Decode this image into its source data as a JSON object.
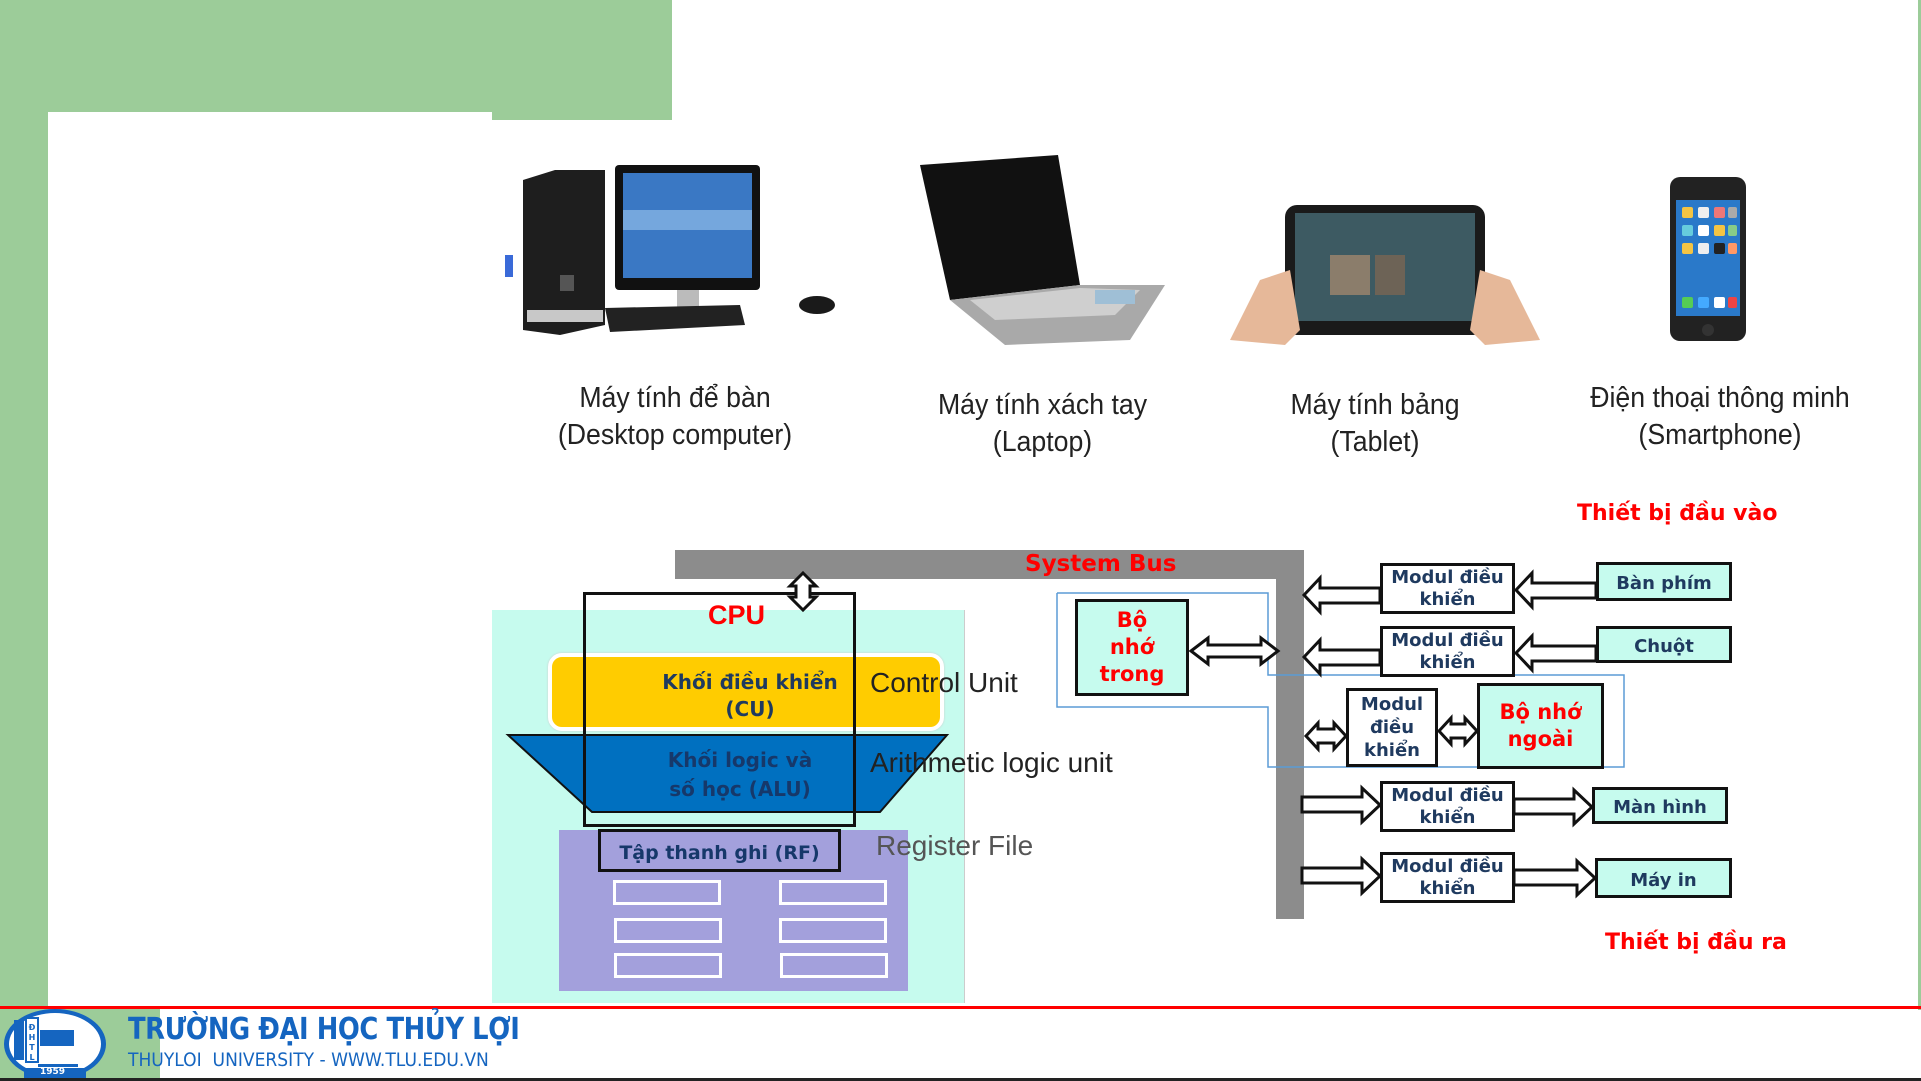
{
  "devices": [
    {
      "name": "Máy tính để bàn",
      "english": "(Desktop computer)",
      "icon": "desktop-computer-icon"
    },
    {
      "name": "Máy tính xách tay",
      "english": "(Laptop)",
      "icon": "laptop-icon"
    },
    {
      "name": "Máy tính bảng",
      "english": "(Tablet)",
      "icon": "tablet-icon"
    },
    {
      "name": "Điện thoại thông minh",
      "english": "(Smartphone)",
      "icon": "smartphone-icon"
    }
  ],
  "diagram": {
    "bus_label": "System Bus",
    "cpu": {
      "title": "CPU",
      "cu_label": "Khối điều khiển\n(CU)",
      "cu_english": "Control Unit",
      "alu_label": "Khối logic và\nsố   học (ALU)",
      "alu_english": "Arithmetic logic unit",
      "rf_label": "Tập thanh ghi (RF)",
      "rf_english": "Register File"
    },
    "internal_memory": "Bộ\nnhớ\ntrong",
    "external_memory": "Bộ nhớ\nngoài",
    "controller_label": "Modul điều\nkhiển",
    "controller_label_narrow": "Modul\nđiều\nkhiển",
    "input_title": "Thiết bị đầu vào",
    "output_title": "Thiết bị đầu ra",
    "inputs": [
      "Bàn phím",
      "Chuột"
    ],
    "outputs": [
      "Màn hình",
      "Máy in"
    ]
  },
  "footer": {
    "university_name": "TRƯỜNG ĐẠI HỌC THỦY LỢI",
    "university_sub": "THUYLOI  UNIVERSITY - WWW.TLU.EDU.VN",
    "logo_text": "ĐHTL",
    "logo_year": "1959"
  },
  "colors": {
    "green_accent": "#9ccc99",
    "red_label": "#ff0000",
    "bus_gray": "#8c8c8c",
    "cu_yellow": "#ffcc00",
    "alu_blue": "#0070c0",
    "rf_purple": "#a3a0dc",
    "cyan_bg": "#c6fbee",
    "footer_blue": "#1565c0"
  }
}
